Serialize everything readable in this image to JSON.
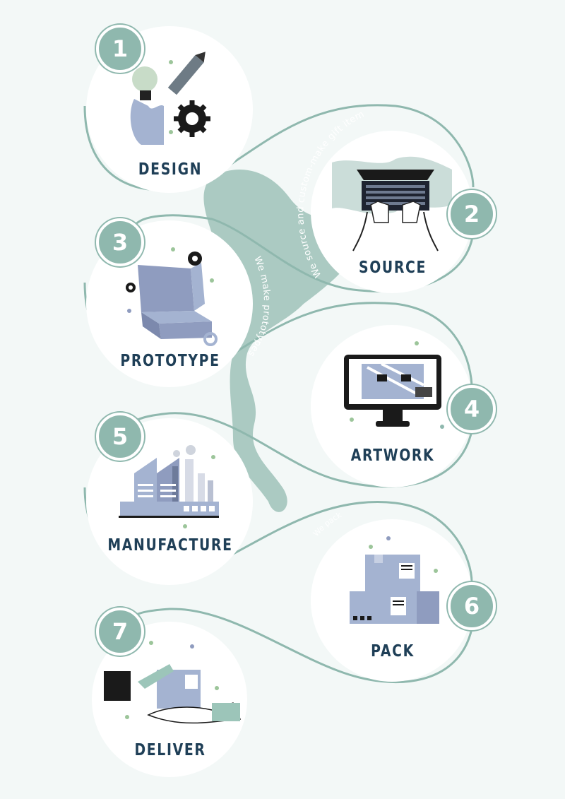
{
  "colors": {
    "background": "#f3f8f7",
    "accent": "#8fb8ae",
    "accent_dark": "#6d9c92",
    "circle_fill": "#ffffff",
    "label": "#1f3f57",
    "illustration": "#a4b3d1"
  },
  "steps": [
    {
      "number": "1",
      "label": "DESIGN",
      "icon": "design-lightbulb-pencil-gear-icon"
    },
    {
      "number": "2",
      "label": "SOURCE",
      "icon": "laptop-world-map-icon"
    },
    {
      "number": "3",
      "label": "PROTOTYPE",
      "icon": "box-prototype-gear-icon"
    },
    {
      "number": "4",
      "label": "ARTWORK",
      "icon": "monitor-artwork-icon"
    },
    {
      "number": "5",
      "label": "MANUFACTURE",
      "icon": "factory-icon"
    },
    {
      "number": "6",
      "label": "PACK",
      "icon": "stacked-boxes-icon"
    },
    {
      "number": "7",
      "label": "DELIVER",
      "icon": "hand-delivering-box-icon"
    }
  ],
  "ring_texts": {
    "source": "We source and custom-make gift items",
    "prototype": "We make prototypes",
    "pack": "We pack"
  }
}
